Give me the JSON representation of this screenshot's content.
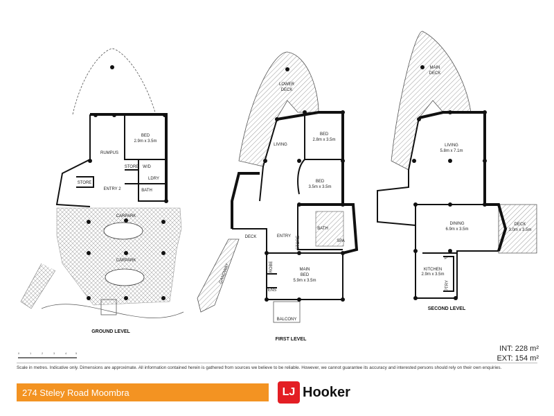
{
  "levels": {
    "ground": {
      "title": "GROUND LEVEL",
      "rooms": {
        "bed": "BED",
        "bed_size": "2.9m x 3.5m",
        "rumpus": "RUMPUS",
        "store": "STORE",
        "wd": "W/D",
        "ldry": "LDRY",
        "bath": "BATH",
        "store2": "STORE",
        "entry": "ENTRY 2",
        "carpark1": "CARPARK",
        "carpark2": "CARPARK"
      }
    },
    "first": {
      "title": "FIRST LEVEL",
      "rooms": {
        "lower_deck": "LOWER",
        "lower_deck2": "DECK",
        "living": "LIVING",
        "bed1": "BED",
        "bed1_size": "2.8m x 3.5m",
        "bed2": "BED",
        "bed2_size": "3.5m x 3.5m",
        "bath": "BATH",
        "spa": "SPA",
        "store": "STORE",
        "deck": "DECK",
        "entry": "ENTRY",
        "robe": "ROBE",
        "ens": "ENS",
        "main_bed": "MAIN",
        "main_bed2": "BED",
        "main_bed_size": "5.9m x 3.5m",
        "balcony": "BALCONY",
        "gangway": "GANGWAY"
      }
    },
    "second": {
      "title": "SECOND LEVEL",
      "rooms": {
        "main_deck": "MAIN",
        "main_deck2": "DECK",
        "living": "LIVING",
        "living_size": "5.8m x 7.1m",
        "dining": "DINING",
        "dining_size": "6.9m x 3.5m",
        "deck": "DECK",
        "deck_size": "3.0m x 3.5m",
        "kitchen": "KITCHEN",
        "kitchen_size": "2.9m x 3.5m",
        "pantry": "P",
        "pantry2": "PTRY"
      }
    }
  },
  "area": {
    "int": "INT: 228 m²",
    "ext": "EXT: 154 m²"
  },
  "disclaimer": "Scale in metres. Indicative only. Dimensions are approximate. All information contained herein is gathered from sources we believe to be reliable. However, we cannot guarantee its accuracy and interested persons should rely on their own enquiries.",
  "address": "274 Steley Road Moombra",
  "brand": {
    "mark": "LJ",
    "name": "Hooker",
    "accent": "#f39322",
    "logo_red": "#e31e24"
  },
  "scale_ticks": [
    "0",
    "1",
    "2",
    "3",
    "4",
    "5"
  ]
}
